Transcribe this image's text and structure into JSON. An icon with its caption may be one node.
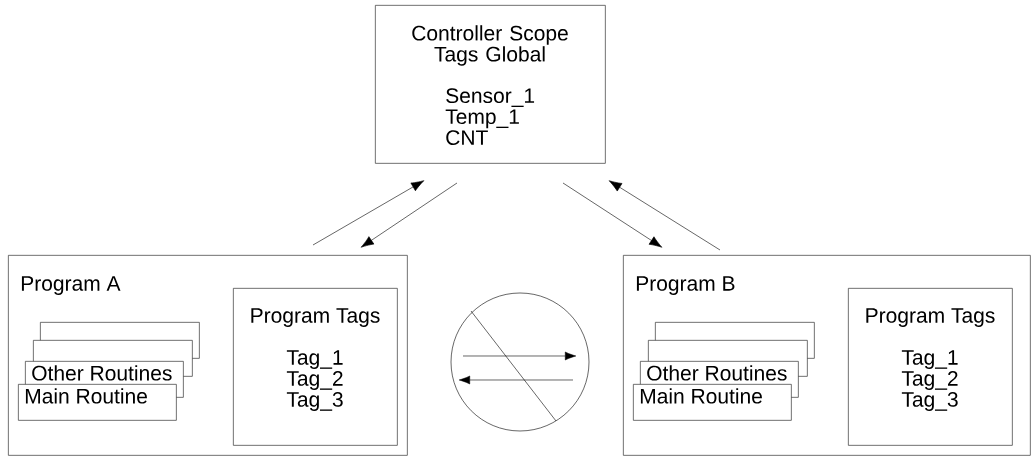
{
  "diagram": {
    "nodes": [
      {
        "text": [
          "Controller Scope Tags Global",
          "Sensor_1 Temp_1 CNT"
        ]
      },
      {
        "text": [
          "Program A"
        ]
      },
      {
        "text": [
          "Program Tags",
          "Tag_1 Tag_2 Tag_3"
        ],
        "in": 1
      },
      {
        "text": [],
        "shape": "box",
        "in": 1
      },
      {
        "text": [],
        "shape": "box",
        "in": 1
      },
      {
        "text": [
          "Other Routines"
        ],
        "in": 1
      },
      {
        "text": [
          "Main Routine"
        ],
        "in": 1
      },
      {
        "text": [
          "Program B"
        ]
      },
      {
        "text": [
          "Program Tags",
          "Tag_1 Tag_2 Tag_3"
        ],
        "in": 7
      },
      {
        "text": [],
        "shape": "box",
        "in": 7
      },
      {
        "text": [],
        "shape": "box",
        "in": 7
      },
      {
        "text": [
          "Other Routines"
        ],
        "in": 7
      },
      {
        "text": [
          "Main Routine"
        ],
        "in": 7
      }
    ],
    "edges": [
      {
        "from": 1,
        "to": 0,
        "arrow": "to"
      },
      {
        "from": 0,
        "to": 1,
        "arrow": "to"
      },
      {
        "from": 0,
        "to": 7,
        "arrow": "to"
      },
      {
        "from": 7,
        "to": 0,
        "arrow": "to"
      }
    ]
  }
}
